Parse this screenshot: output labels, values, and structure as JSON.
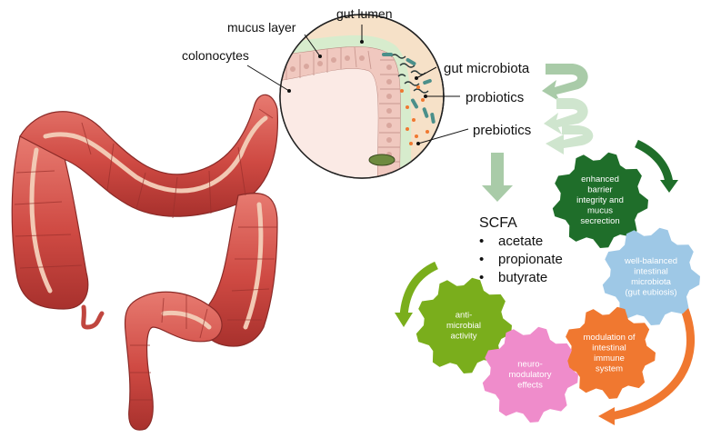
{
  "labels": {
    "gut_lumen": "gut lumen",
    "mucus_layer": "mucus layer",
    "colonocytes": "colonocytes",
    "gut_microbiota": "gut microbiota",
    "probiotics": "probiotics",
    "prebiotics": "prebiotics"
  },
  "scfa": {
    "title": "SCFA",
    "items": [
      "acetate",
      "propionate",
      "butyrate"
    ]
  },
  "gears": {
    "barrier": [
      "enhanced",
      "barrier",
      "integrity and",
      "mucus",
      "secrection"
    ],
    "microbiota": [
      "well-balanced",
      "intestinal",
      "microbiota",
      "(gut eubiosis)"
    ],
    "immune": [
      "modulation of",
      "intestinal",
      "immune",
      "system"
    ],
    "antimicrobial": [
      "anti-",
      "microbial",
      "activity"
    ],
    "neuro": [
      "neuro-",
      "modulatory",
      "effects"
    ]
  },
  "colors": {
    "dark_green": "#1f6e2a",
    "light_blue": "#9ec8e6",
    "orange": "#f07830",
    "lime": "#7aae1c",
    "pink": "#ef8ccb",
    "colon": "#d8544c",
    "arrow_green": "#a9cba8"
  }
}
